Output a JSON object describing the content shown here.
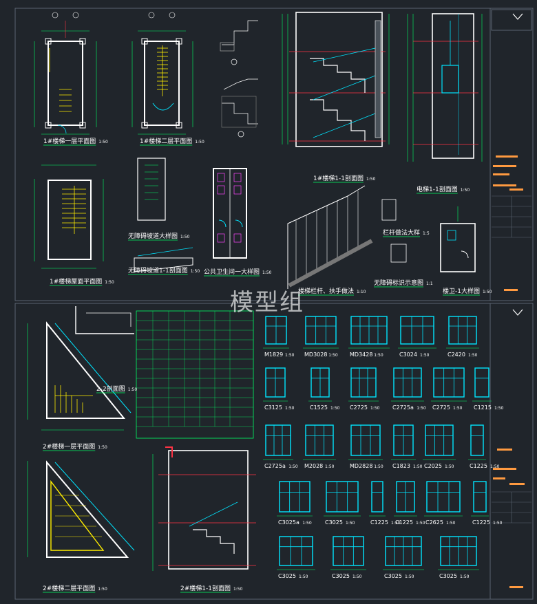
{
  "watermark": "模型组",
  "colors": {
    "background": "#20252b",
    "wall": "#ffffff",
    "dimension": "#00ff66",
    "axis": "#ff3344",
    "stair": "#ffee00",
    "window": "#00e5ff",
    "accent_orange": "#ff9a40",
    "frame": "#5a6470",
    "door": "#ff44ff"
  },
  "top_sheet": {
    "drawings": [
      {
        "title": "1#楼梯一层平面图",
        "scale": "1:50"
      },
      {
        "title": "1#楼梯二层平面图",
        "scale": "1:50"
      },
      {
        "title": "1#楼梯屋面平面图",
        "scale": "1:50"
      },
      {
        "title": "无障碍坡道大样图",
        "scale": "1:50"
      },
      {
        "title": "无障碍坡道1-1剖面图",
        "scale": "1:50"
      },
      {
        "title": "公共卫生间一大样图",
        "scale": "1:50"
      },
      {
        "title": "1#楼梯1-1剖面图",
        "scale": "1:50"
      },
      {
        "title": "电梯1-1剖面图",
        "scale": "1:50"
      },
      {
        "title": "楼梯栏杆、扶手做法",
        "scale": "1:10"
      },
      {
        "title": "栏杆做法大样",
        "scale": "1:5"
      },
      {
        "title": "无障碍标识示意图",
        "scale": "1:1"
      },
      {
        "title": "楼卫-1大样图",
        "scale": "1:50"
      }
    ]
  },
  "bottom_sheet": {
    "drawings": [
      {
        "title": "2-2剖面图",
        "scale": "1:50"
      },
      {
        "title": "2#楼梯一层平面图",
        "scale": "1:50"
      },
      {
        "title": "2#楼梯二层平面图",
        "scale": "1:50"
      },
      {
        "title": "2#楼梯1-1剖面图",
        "scale": "1:50"
      }
    ],
    "windows": [
      {
        "label": "M1829",
        "scale": "1:50"
      },
      {
        "label": "MD3028",
        "scale": "1:50"
      },
      {
        "label": "MD3428",
        "scale": "1:50"
      },
      {
        "label": "C3024",
        "scale": "1:50"
      },
      {
        "label": "C2420",
        "scale": "1:50"
      },
      {
        "label": "C3125",
        "scale": "1:50"
      },
      {
        "label": "C1525",
        "scale": "1:50"
      },
      {
        "label": "C2725",
        "scale": "1:50"
      },
      {
        "label": "C2725a",
        "scale": "1:50"
      },
      {
        "label": "C2725",
        "scale": "1:50"
      },
      {
        "label": "C1215",
        "scale": "1:50"
      },
      {
        "label": "C2725a",
        "scale": "1:50"
      },
      {
        "label": "M2028",
        "scale": "1:50"
      },
      {
        "label": "MD2828",
        "scale": "1:50"
      },
      {
        "label": "C1823",
        "scale": "1:50"
      },
      {
        "label": "C2025",
        "scale": "1:50"
      },
      {
        "label": "C1225",
        "scale": "1:50"
      },
      {
        "label": "C3025a",
        "scale": "1:50"
      },
      {
        "label": "C3025",
        "scale": "1:50"
      },
      {
        "label": "C1225",
        "scale": "1:50"
      },
      {
        "label": "C1225",
        "scale": "1:50"
      },
      {
        "label": "C2625",
        "scale": "1:50"
      },
      {
        "label": "C1225",
        "scale": "1:50"
      },
      {
        "label": "C3025",
        "scale": "1:50"
      },
      {
        "label": "C3025",
        "scale": "1:50"
      },
      {
        "label": "C3025",
        "scale": "1:50"
      },
      {
        "label": "C3025",
        "scale": "1:50"
      }
    ]
  }
}
